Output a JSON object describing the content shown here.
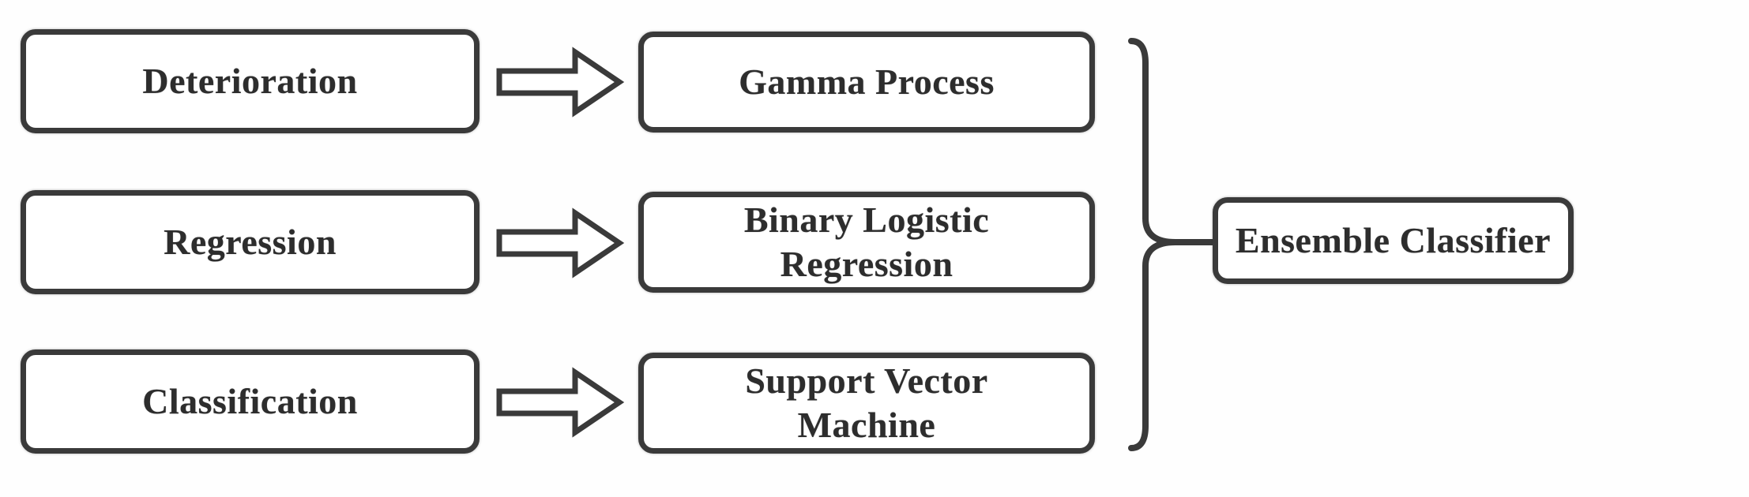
{
  "diagram": {
    "rows": [
      {
        "input": "Deterioration",
        "model": "Gamma Process"
      },
      {
        "input": "Regression",
        "model": "Binary Logistic\nRegression"
      },
      {
        "input": "Classification",
        "model": "Support Vector\nMachine"
      }
    ],
    "output": "Ensemble Classifier",
    "icons": {
      "connector": "right-block-arrow-icon",
      "grouping": "right-curly-brace-icon"
    },
    "colors": {
      "stroke": "#3a3a3a",
      "text": "#2d2d2d",
      "background": "#fefefe",
      "box_fill": "#ffffff"
    }
  }
}
